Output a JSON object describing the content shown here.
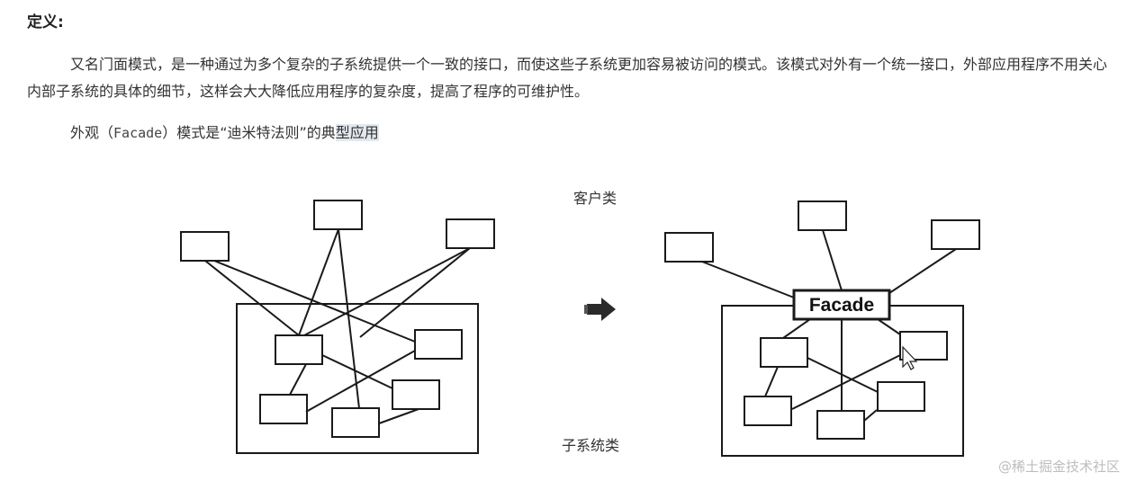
{
  "heading": "定义:",
  "paragraph1": "又名门面模式，是一种通过为多个复杂的子系统提供一个一致的接口，而使这些子系统更加容易被访问的模式。该模式对外有一个统一接口，外部应用程序不用关心内部子系统的具体的细节，这样会大大降低应用程序的复杂度，提高了程序的可维护性。",
  "paragraph2": {
    "prefix": "外观（",
    "code": "Facade",
    "middle": "）模式是“迪米特法则”的典",
    "highlighted": "型应用"
  },
  "diagram": {
    "client_label": "客户类",
    "subsystem_label": "子系统类",
    "facade_label": "Facade",
    "arrow_icon": "right-arrow-icon"
  },
  "watermark": "@稀土掘金技术社区"
}
